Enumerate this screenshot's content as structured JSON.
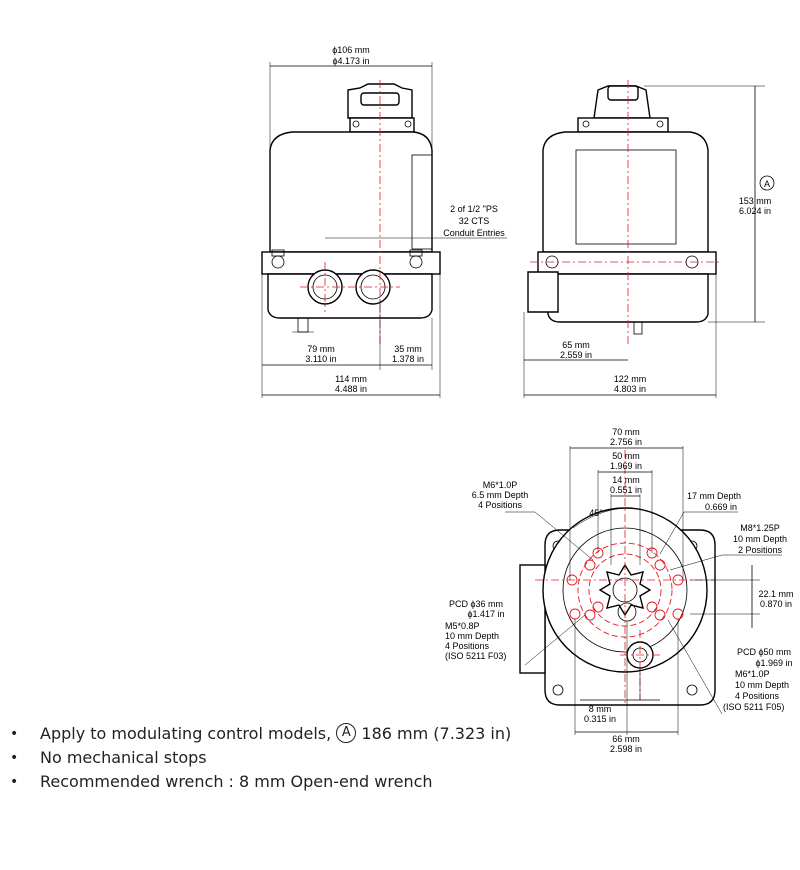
{
  "labels": {
    "top_width_mm": "ϕ106 mm",
    "top_width_in": "ϕ4.173 in",
    "conduit_line1": "2 of 1/2 \"PS",
    "conduit_line2": "32 CTS",
    "conduit_line3": "Conduit Entries",
    "d79_mm": "79 mm",
    "d79_in": "3.110 in",
    "d35_mm": "35 mm",
    "d35_in": "1.378 in",
    "d114_mm": "114 mm",
    "d114_in": "4.488 in",
    "circle_a": "A",
    "d153_mm": "153 mm",
    "d153_in": "6.024 in",
    "d65_mm": "65 mm",
    "d65_in": "2.559 in",
    "d122_mm": "122 mm",
    "d122_in": "4.803 in",
    "d70_mm": "70 mm",
    "d70_in": "2.756 in",
    "d50_mm": "50 mm",
    "d50_in": "1.969 in",
    "d14_mm": "14 mm",
    "d14_in": "0.551 in",
    "m6_l1": "M6*1.0P",
    "m6_l2": "6.5 mm Depth",
    "m6_l3": "4 Positions",
    "angle45": "45°",
    "depth17_l1": "17 mm Depth",
    "depth17_l2": "0.669 in",
    "m8_l1": "M8*1.25P",
    "m8_l2": "10 mm Depth",
    "m8_l3": "2 Positions",
    "d22_mm": "22.1 mm",
    "d22_in": "0.870 in",
    "pcd36_l1": "PCD ϕ36 mm",
    "pcd36_l2": "ϕ1.417 in",
    "m5_l1": "M5*0.8P",
    "m5_l2": "10 mm Depth",
    "m5_l3": "4 Positions",
    "m5_l4": "(ISO 5211 F03)",
    "pcd50_l1": "PCD ϕ50 mm",
    "pcd50_l2": "ϕ1.969 in",
    "m6b_l1": "M6*1.0P",
    "m6b_l2": "10 mm Depth",
    "m6b_l3": "4 Positions",
    "m6b_l4": "(ISO 5211 F05)",
    "d8_mm": "8 mm",
    "d8_in": "0.315 in",
    "d66_mm": "66 mm",
    "d66_in": "2.598 in"
  },
  "notes": {
    "n1_pre": "Apply to modulating control models,",
    "n1_circle": "A",
    "n1_post": "186 mm (7.323 in)",
    "n2": "No mechanical stops",
    "n3": "Recommended wrench : 8 mm Open-end wrench"
  }
}
